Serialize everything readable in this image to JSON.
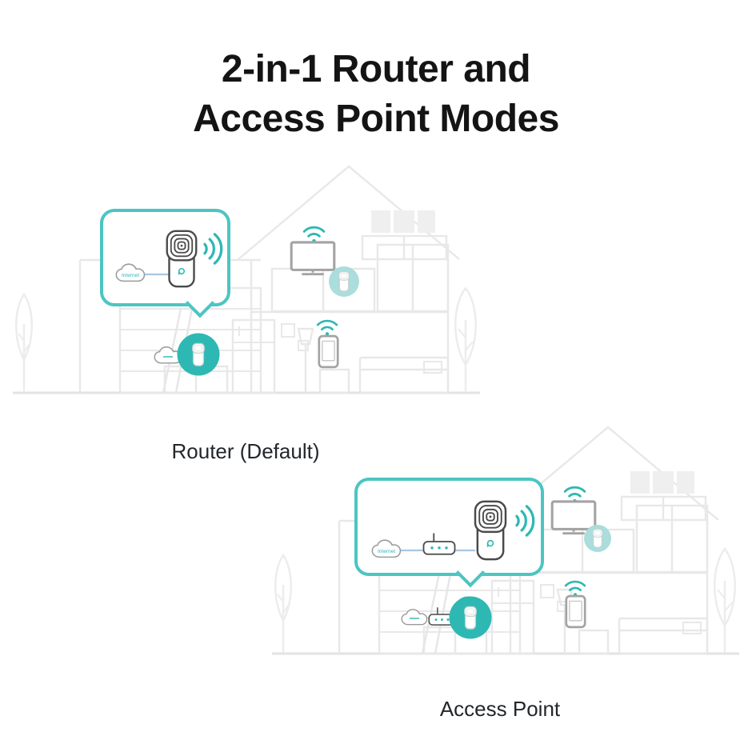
{
  "title": {
    "line1": "2-in-1 Router and",
    "line2": "Access Point Modes"
  },
  "scenes": [
    {
      "id": "router-default",
      "label": "Router (Default)",
      "callout": {
        "internet_label": "Internet",
        "chain": [
          "internet-cloud",
          "deco-mesh-router",
          "wifi-signal"
        ]
      },
      "house_devices": [
        "smart-tv-with-wifi",
        "deco-satellite-unit",
        "smartphone-with-wifi",
        "highlighted-deco-router",
        "internet-cloud-small"
      ]
    },
    {
      "id": "access-point",
      "label": "Access Point",
      "callout": {
        "internet_label": "Internet",
        "chain": [
          "internet-cloud",
          "modem",
          "deco-mesh-router",
          "wifi-signal"
        ]
      },
      "house_devices": [
        "smart-tv-with-wifi",
        "deco-satellite-unit",
        "smartphone-with-wifi",
        "highlighted-deco-access-point",
        "internet-cloud-small",
        "modem-small"
      ]
    }
  ],
  "icons": {
    "internet-cloud": "cloud-outline",
    "wifi-signal": "wifi-arcs",
    "deco-mesh-router": "tall-rounded-tower-with-spiral-top",
    "modem": "box-with-antenna-and-dots",
    "smart-tv": "television-outline",
    "smartphone": "phone-outline",
    "house": "two-story-house-line-art"
  },
  "colors": {
    "background": "#ffffff",
    "title_text": "#141414",
    "label_text": "#23272b",
    "accent_teal_border": "#4CC5C2",
    "teal_solid": "#2EB8B3",
    "teal_light_circle": "#AADDDB",
    "house_line": "#E8E8E8",
    "furniture_fill": "#EFEFEF",
    "device_gray": "#A3A3A3",
    "device_dark": "#4A4A4A",
    "connector_blue": "#A8C6E2",
    "connector_gray": "#CFCFCF"
  }
}
